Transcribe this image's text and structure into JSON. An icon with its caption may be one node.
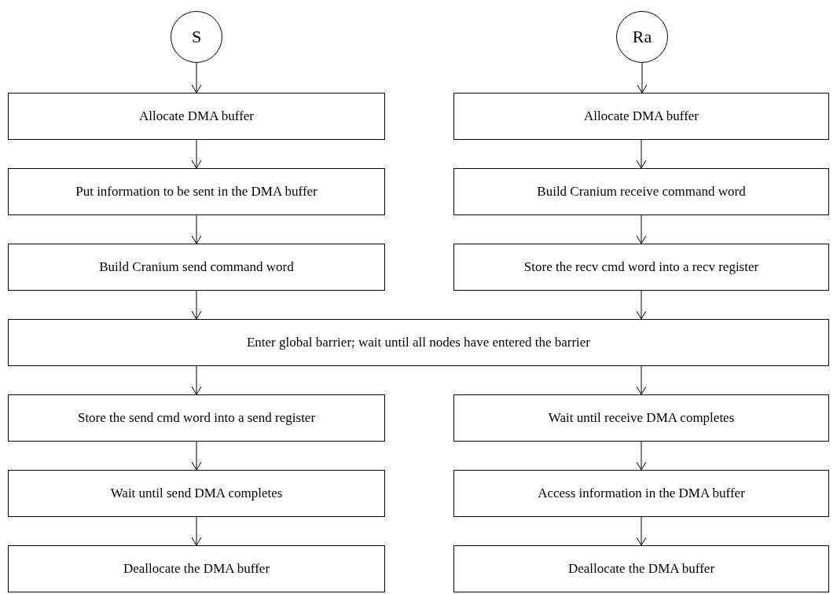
{
  "diagram": {
    "nodes": [
      {
        "text": [
          "S"
        ]
      },
      {
        "text": [
          "Ra"
        ]
      },
      {
        "text": [
          "Allocate DMA buffer"
        ]
      },
      {
        "text": [
          "Put information to be sent in the DMA buffer"
        ]
      },
      {
        "text": [
          "Build Cranium send command word"
        ]
      },
      {
        "text": [
          "Allocate DMA buffer"
        ]
      },
      {
        "text": [
          "Build Cranium receive command word"
        ]
      },
      {
        "text": [
          "Store the recv cmd word into a recv register"
        ]
      },
      {
        "text": [
          "Enter global barrier; wait until all nodes have entered the barrier"
        ]
      },
      {
        "text": [
          "Store the send cmd word into a send register"
        ]
      },
      {
        "text": [
          "Wait until send DMA completes"
        ]
      },
      {
        "text": [
          "Deallocate the DMA buffer"
        ]
      },
      {
        "text": [
          "Wait until receive DMA completes"
        ]
      },
      {
        "text": [
          "Access information in the DMA buffer"
        ]
      },
      {
        "text": [
          "Deallocate the DMA buffer"
        ]
      }
    ],
    "edges": [
      {
        "from": 0,
        "to": 2,
        "arrow": "to"
      },
      {
        "from": 2,
        "to": 3,
        "arrow": "to"
      },
      {
        "from": 3,
        "to": 4,
        "arrow": "to"
      },
      {
        "from": 4,
        "to": 8,
        "arrow": "to"
      },
      {
        "from": 1,
        "to": 5,
        "arrow": "to"
      },
      {
        "from": 5,
        "to": 6,
        "arrow": "to"
      },
      {
        "from": 6,
        "to": 7,
        "arrow": "to"
      },
      {
        "from": 7,
        "to": 8,
        "arrow": "to"
      },
      {
        "from": 8,
        "to": 9,
        "arrow": "to"
      },
      {
        "from": 9,
        "to": 10,
        "arrow": "to"
      },
      {
        "from": 10,
        "to": 11,
        "arrow": "to"
      },
      {
        "from": 8,
        "to": 12,
        "arrow": "to"
      },
      {
        "from": 12,
        "to": 13,
        "arrow": "to"
      },
      {
        "from": 13,
        "to": 14,
        "arrow": "to"
      }
    ]
  }
}
